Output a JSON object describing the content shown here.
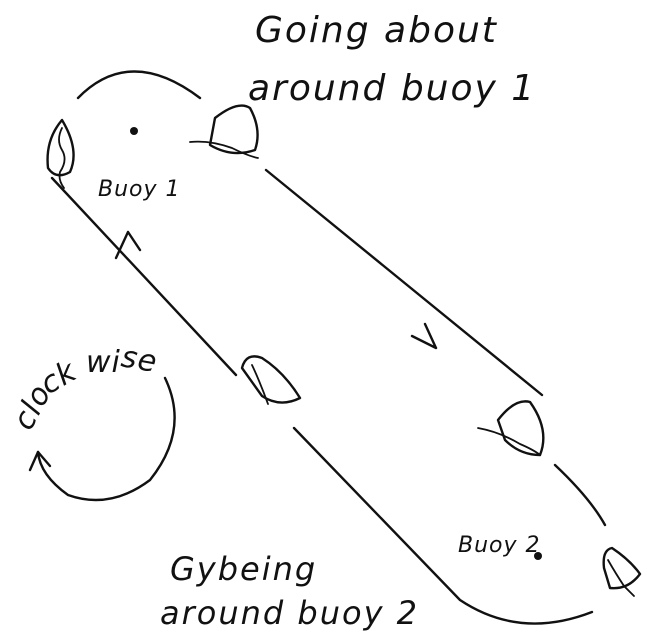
{
  "labels": {
    "going_about_line1": "Going about",
    "going_about_line2": "around buoy 1",
    "buoy1": "Buoy 1",
    "buoy2": "Buoy 2",
    "clockwise": "clockwise",
    "gybeing_line1": "Gybeing",
    "gybeing_line2": "around buoy 2"
  },
  "colors": {
    "ink": "#111111",
    "background": "#ffffff"
  }
}
